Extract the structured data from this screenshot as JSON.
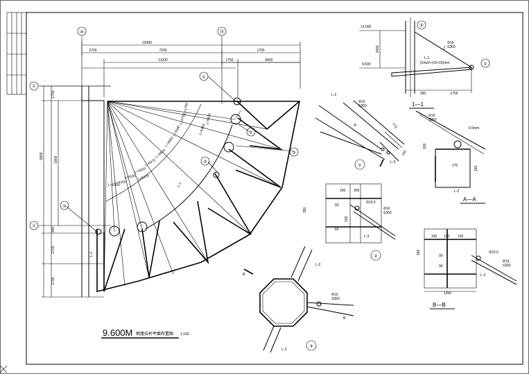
{
  "plan": {
    "title": "9.600M",
    "title_cn": "雨篷拉杆平面布置图",
    "scale": "1:100",
    "grid_top_left": "⑩",
    "grid_top_right": "⑫",
    "grid_left_top": "ⓗ",
    "grid_left_bottom": "ⓓ",
    "dims_top": [
      "16000",
      "2700",
      "7200",
      "1700",
      "11200",
      "1750",
      "6650"
    ],
    "dims_left": [
      "1750",
      "5800",
      "1800",
      "300",
      "2700",
      "2700"
    ],
    "member_label": "L-1",
    "radial_labels": [
      "L=1760",
      "L=3750",
      "L=3500",
      "L=4850",
      "L=4900",
      "L=4975",
      "L=5025",
      "L=5100",
      "L=5200",
      "L=5200",
      "L=5200",
      "L=5450",
      "L=5650"
    ],
    "callout_labels": [
      "①",
      "②",
      "③",
      "②",
      "①"
    ]
  },
  "section_1_1": {
    "title": "1—1",
    "level_top": "13.000",
    "level_bottom": "9.600",
    "dim_height": "3400",
    "dim_bottom_left": "300",
    "dim_bottom_right": "1700",
    "rod_label": "Φ16",
    "rod_label2": "S360",
    "member_label": "L-1",
    "member_spec": "[14a/2×(16×10)mm",
    "grid_mark": "Ⓓ",
    "callout": "①"
  },
  "detail_1": {
    "label": "①",
    "member": "L-2",
    "member2": "L-3",
    "rod": "Φ16",
    "rod2": "S360",
    "dim_a": "A",
    "dim_170": "170",
    "dim_150": "150"
  },
  "section_a_a": {
    "title": "A—A",
    "member": "L-2",
    "rod": "Φ16",
    "rod2": "S360",
    "plate": "6.5mm",
    "dim_270": "270",
    "dim_100": "100",
    "dim_150": "150"
  },
  "detail_2": {
    "label": "②",
    "dims_top": [
      "200",
      "200"
    ],
    "dim_left": "350",
    "dims_mid": [
      "60",
      "100",
      "60"
    ],
    "member": "L-3",
    "rod": "Φ16",
    "rod2": "S360",
    "hole": "Φ23.5"
  },
  "detail_3": {
    "label": "③",
    "member_top": "L-2",
    "member_bottom": "L-3",
    "rod": "Φ16",
    "rod2": "S360",
    "section_mark": "B",
    "section_mark2": "B"
  },
  "section_b_b": {
    "title": "B—B",
    "dims_top": [
      "100",
      "100",
      "100"
    ],
    "dim_left": "300",
    "dim_bottom": "1200",
    "dims_mid": [
      "90",
      "90"
    ],
    "member": "L-2",
    "rod": "Φ16",
    "rod2": "S360",
    "hole": "Φ23.5"
  }
}
